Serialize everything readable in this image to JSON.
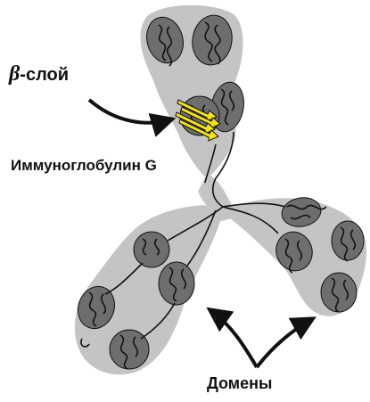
{
  "labels": {
    "beta_symbol": "β",
    "beta_text": "-слой",
    "molecule": "Иммуноглобулин G",
    "domains": "Домены"
  },
  "colors": {
    "envelope": "#c4c4c4",
    "domain": "#6e6e6e",
    "chain": "#111111",
    "beta_sheet": "#f2e21a",
    "background": "#ffffff"
  }
}
